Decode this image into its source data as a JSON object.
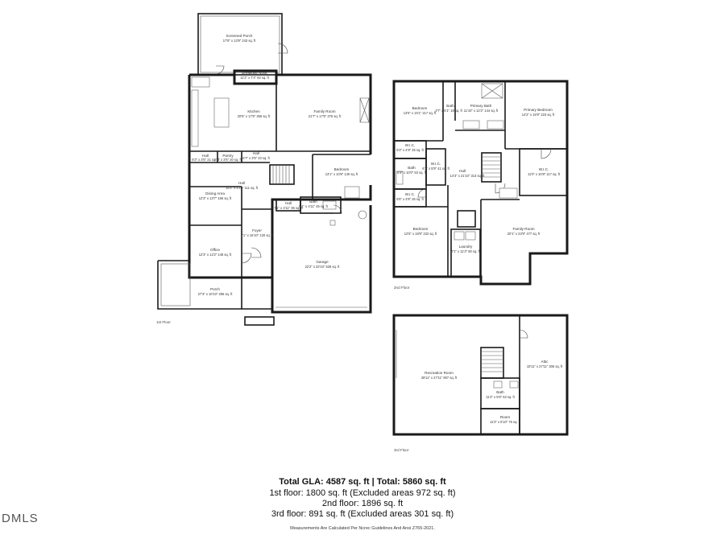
{
  "floors": [
    {
      "id": "floor1",
      "label": "1st Floor",
      "rooms": [
        {
          "name": "Screened Porch",
          "dims": "17'8\" x 13'9\" 243 sq. ft"
        },
        {
          "name": "Breakfast Nook",
          "dims": "11'2\" x 7'4\" 82 sq. ft"
        },
        {
          "name": "Kitchen",
          "dims": "20'5\" x 17'5\" 355 sq. ft"
        },
        {
          "name": "Family Room",
          "dims": "21'7\" x 17'5\" 375 sq. ft"
        },
        {
          "name": "Hall",
          "dims": "6'3\" x 3'5\" 21 sq. ft"
        },
        {
          "name": "Pantry",
          "dims": "6'4\" x 3'5\" 20 sq. ft"
        },
        {
          "name": "Hall",
          "dims": "6'7\" x 3'5\" 23 sq. ft"
        },
        {
          "name": "Hall",
          "dims": "16'4\" x 6'10\" 111 sq. ft"
        },
        {
          "name": "Bedroom",
          "dims": "13'1\" x 10'8\" 140 sq. ft"
        },
        {
          "name": "Dining Area",
          "dims": "12'3\" x 13'7\" 166 sq. ft"
        },
        {
          "name": "Hall",
          "dims": "7'1\" x 4'11\" 35 sq. ft"
        },
        {
          "name": "Bath",
          "dims": "9'1\" x 4'11\" 45 sq. ft"
        },
        {
          "name": "Foyer",
          "dims": "7'1\" x 16'10\" 120 sq. ft"
        },
        {
          "name": "Office",
          "dims": "12'3\" x 12'2\" 148 sq. ft"
        },
        {
          "name": "Garage",
          "dims": "22'2\" x 23'10\" 528 sq. ft"
        },
        {
          "name": "Porch",
          "dims": "27'3\" x 10'10\" 296 sq. ft"
        }
      ]
    },
    {
      "id": "floor2",
      "label": "2nd Floor",
      "rooms": [
        {
          "name": "Bedroom",
          "dims": "13'6\" x 16'1\" 217 sq. ft"
        },
        {
          "name": "Bath",
          "dims": "3'7\" x 5'1\" 18 sq. ft"
        },
        {
          "name": "Primary Bath",
          "dims": "11'10\" x 12'2\" 144 sq. ft"
        },
        {
          "name": "Primary Bedroom",
          "dims": "14'2\" x 15'9\" 223 sq. ft"
        },
        {
          "name": "W.I.C.",
          "dims": "5'3\" x 4'9\" 25 sq. ft"
        },
        {
          "name": "Bath",
          "dims": "6'9\" x 10'0\" 53 sq. ft"
        },
        {
          "name": "W.I.C.",
          "dims": "6'3\" x 5'9\" 41 sq. ft"
        },
        {
          "name": "Hall",
          "dims": "14'3\" x 21'10\" 313 sq. ft"
        },
        {
          "name": "W.I.C.",
          "dims": "11'0\" x 10'8\" 117 sq. ft"
        },
        {
          "name": "W.I.C.",
          "dims": "5'5\" x 4'8\" 26 sq. ft"
        },
        {
          "name": "Bedroom",
          "dims": "12'5\" x 18'8\" 232 sq. ft"
        },
        {
          "name": "Laundry",
          "dims": "7'1\" x 11'3\" 80 sq. ft"
        },
        {
          "name": "Family Room",
          "dims": "20'1\" x 23'9\" 477 sq. ft"
        }
      ]
    },
    {
      "id": "floor3",
      "label": "3rd Floor",
      "rooms": [
        {
          "name": "Recreation Room",
          "dims": "28'11\" x 27'11\" 807 sq. ft"
        },
        {
          "name": "Attic",
          "dims": "10'11\" x 27'11\" 305 sq. ft"
        },
        {
          "name": "Bath",
          "dims": "11'2\" x 5'8\" 63 sq. ft"
        },
        {
          "name": "Room",
          "dims": "11'3\" x 6'10\" 76 sq. ft"
        }
      ]
    }
  ],
  "summary": {
    "total": "Total GLA: 4587 sq. ft | Total: 5860 sq. ft",
    "floor1": "1st floor: 1800 sq. ft (Excluded areas 972 sq. ft)",
    "floor2": "2nd floor: 1896 sq. ft",
    "floor3": "3rd floor: 891 sq. ft (Excluded areas 301 sq. ft)",
    "note": "Measurements Are Calculated Per Ncrec Guidelines And Ansi Z765-2021."
  },
  "watermark": "DMLS",
  "colors": {
    "wall": "#1a1a1a",
    "background": "#ffffff",
    "text": "#222222"
  }
}
